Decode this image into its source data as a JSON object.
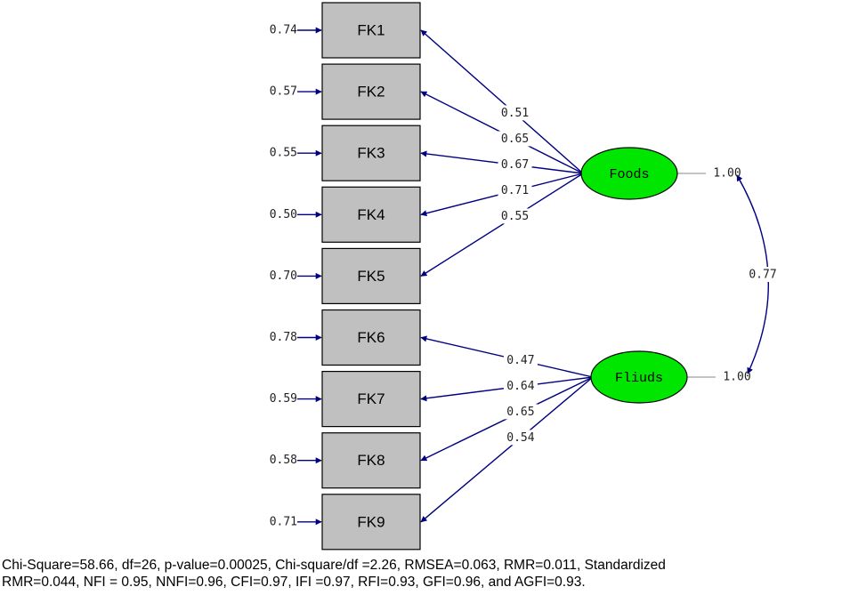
{
  "indicators": [
    {
      "label": "FK1",
      "error": "0.74"
    },
    {
      "label": "FK2",
      "error": "0.57"
    },
    {
      "label": "FK3",
      "error": "0.55"
    },
    {
      "label": "FK4",
      "error": "0.50"
    },
    {
      "label": "FK5",
      "error": "0.70"
    },
    {
      "label": "FK6",
      "error": "0.78"
    },
    {
      "label": "FK7",
      "error": "0.59"
    },
    {
      "label": "FK8",
      "error": "0.58"
    },
    {
      "label": "FK9",
      "error": "0.71"
    }
  ],
  "factors": [
    {
      "label": "Foods",
      "variance": "1.00",
      "loadings": [
        "0.51",
        "0.65",
        "0.67",
        "0.71",
        "0.55"
      ]
    },
    {
      "label": "Fliuds",
      "variance": "1.00",
      "loadings": [
        "0.47",
        "0.64",
        "0.65",
        "0.54"
      ]
    }
  ],
  "correlation": "0.77",
  "colors": {
    "latent_fill": "#00e600",
    "arrow": "#000080",
    "box_fill": "#c0c0c0"
  },
  "fit_line1": "Chi-Square=58.66, df=26, p-value=0.00025, Chi-square/df =2.26, RMSEA=0.063, RMR=0.011, Standardized",
  "fit_line2": "RMR=0.044, NFI = 0.95, NNFI=0.96, CFI=0.97, IFI =0.97, RFI=0.93, GFI=0.96, and AGFI=0.93."
}
